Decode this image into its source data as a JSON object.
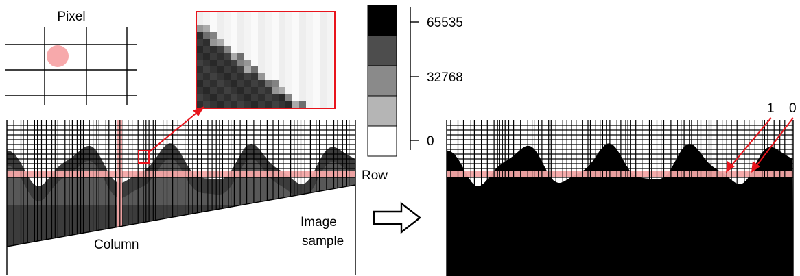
{
  "labels": {
    "pixel": "Pixel",
    "row": "Row",
    "column": "Column",
    "image_sample_line1": "Image",
    "image_sample_line2": "sample",
    "binary_one": "1",
    "binary_zero": "0"
  },
  "scale": {
    "ticks": [
      "65535",
      "32768",
      "0"
    ],
    "levels": [
      "#000000",
      "#4d4d4d",
      "#8a8a8a",
      "#b5b5b5",
      "#ffffff"
    ]
  },
  "colors": {
    "highlight": "#f4a7a7",
    "pixel_dot": "#f7a9ab",
    "arrow": "#e8141c",
    "ink": "#000000",
    "gray_fill": "#3c3c3c",
    "light_gray": "#6f6f6f"
  },
  "icons": {
    "process_arrow": "hollow-right-arrow"
  }
}
